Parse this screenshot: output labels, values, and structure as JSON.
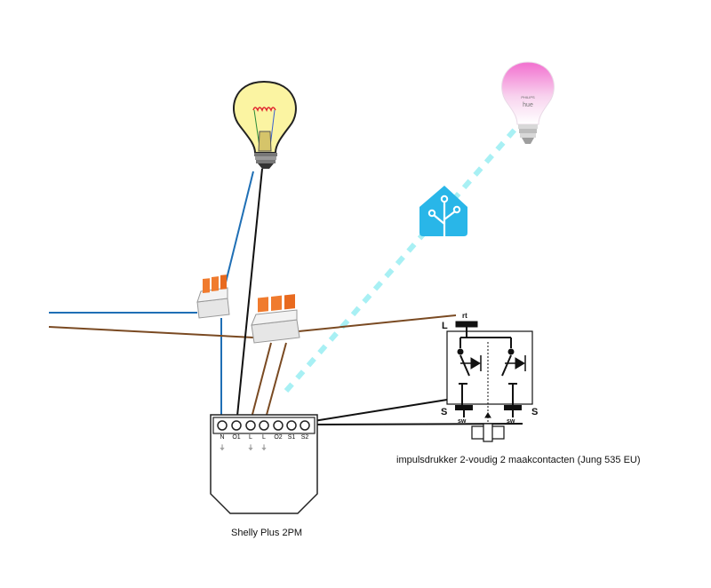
{
  "shelly": {
    "caption": "Shelly Plus 2PM",
    "terminals": [
      "N",
      "O1",
      "L",
      "L",
      "O2",
      "S1",
      "S2"
    ],
    "ground_marks": [
      "⏚",
      "⏚",
      "⏚"
    ]
  },
  "switch": {
    "caption": "impulsdrukker 2-voudig 2 maakcontacten (Jung 535 EU)",
    "top_terminal": "rt",
    "pole_left_top": "L",
    "pole_left_bottom": "S",
    "pole_right_bottom": "S",
    "sw_left": "sw",
    "sw_right": "sw"
  },
  "hue_bulb": {
    "brand": "PHILIPS",
    "product": "hue"
  },
  "colors": {
    "neutral_wire": "#1f6fb5",
    "live_wire": "#7a4a22",
    "output_wire": "#111111",
    "wireless_link": "#a8f0f4",
    "home_assistant": "#29b6e8",
    "wago_body": "#e6e6e6",
    "wago_lever": "#f07b2e"
  },
  "icons": [
    "incandescent-bulb-icon",
    "hue-bulb-icon",
    "home-assistant-icon",
    "wago-connector-icon"
  ]
}
